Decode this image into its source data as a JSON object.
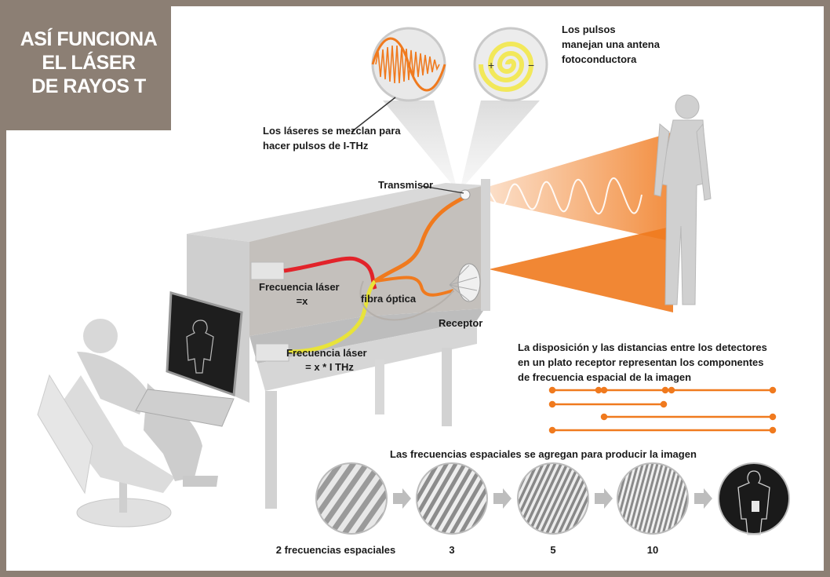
{
  "title": {
    "line1": "ASÍ FUNCIONA",
    "line2": "EL LÁSER",
    "line3": "DE RAYOS T"
  },
  "labels": {
    "pulses_line1": "Los pulsos",
    "pulses_line2": "manejan una antena",
    "pulses_line3": "fotoconductora",
    "lasers_line1": "Los láseres se mezclan para",
    "lasers_line2": "hacer pulsos de I-THz",
    "transmitter": "Transmisor",
    "freq1_line1": "Frecuencia láser",
    "freq1_line2": "=x",
    "fiber": "fibra óptica",
    "receiver": "Receptor",
    "freq2_line1": "Frecuencia láser",
    "freq2_line2": "= x * I THz",
    "detectors_line1": "La disposición y las distancias entre los detectores",
    "detectors_line2": "en un plato receptor representan los componentes",
    "detectors_line3": "de frecuencia espacial de la imagen",
    "spatial_heading": "Las frecuencias espaciales se agregan para producir la imagen"
  },
  "steps": [
    {
      "label": "2 frecuencias espaciales"
    },
    {
      "label": "3"
    },
    {
      "label": "5"
    },
    {
      "label": "10"
    }
  ],
  "colors": {
    "frame": "#8c7f74",
    "accent_orange": "#f07a1e",
    "fiber_red": "#e2232a",
    "fiber_yellow": "#e8e33a",
    "spiral_yellow": "#f2e85a"
  }
}
